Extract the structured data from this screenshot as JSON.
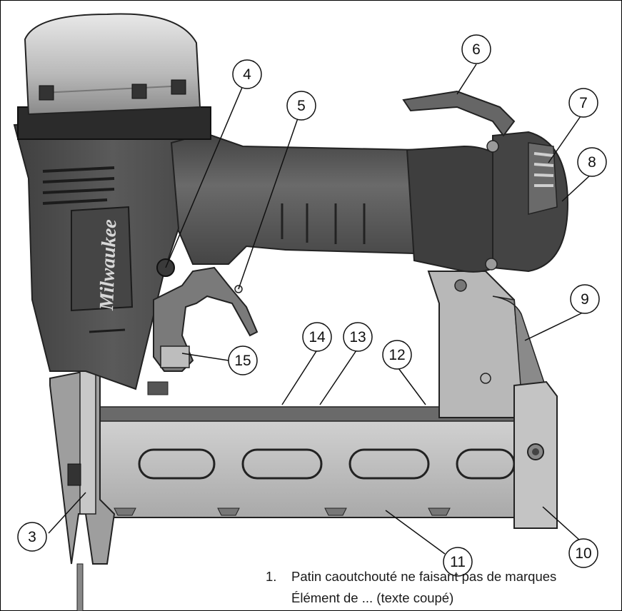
{
  "callouts": [
    {
      "number": "3"
    },
    {
      "number": "4"
    },
    {
      "number": "5"
    },
    {
      "number": "6"
    },
    {
      "number": "7"
    },
    {
      "number": "8"
    },
    {
      "number": "9"
    },
    {
      "number": "10"
    },
    {
      "number": "11"
    },
    {
      "number": "12"
    },
    {
      "number": "13"
    },
    {
      "number": "14"
    },
    {
      "number": "15"
    }
  ],
  "brand_logo": "Milwaukee",
  "legend": {
    "items": [
      {
        "number": "1.",
        "text": "Patin caoutchouté ne faisant pas de marques"
      },
      {
        "number": "",
        "text": "Élément de ... (texte coupé)"
      }
    ]
  }
}
